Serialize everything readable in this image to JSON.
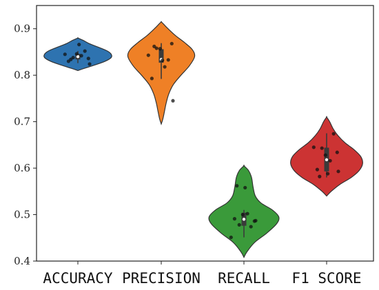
{
  "chart_data": {
    "type": "violin",
    "categories": [
      "ACCURACY",
      "PRECISION",
      "RECALL",
      "F1 SCORE"
    ],
    "ylim": [
      0.4,
      0.95
    ],
    "yticks": [
      "0.4",
      "0.5",
      "0.6",
      "0.7",
      "0.8",
      "0.9"
    ],
    "title": "",
    "xlabel": "",
    "ylabel": "",
    "grid": false,
    "colors": [
      "#2e73b0",
      "#ef8026",
      "#3a9a3a",
      "#cc3333"
    ],
    "violins": [
      {
        "category": "ACCURACY",
        "color": "#2e73b0",
        "profile": [
          [
            0.81,
            0.0
          ],
          [
            0.815,
            0.18
          ],
          [
            0.822,
            0.45
          ],
          [
            0.83,
            0.72
          ],
          [
            0.838,
            0.88
          ],
          [
            0.845,
            0.88
          ],
          [
            0.852,
            0.78
          ],
          [
            0.86,
            0.55
          ],
          [
            0.868,
            0.3
          ],
          [
            0.875,
            0.14
          ],
          [
            0.88,
            0.0
          ]
        ],
        "quartiles": [
          0.834,
          0.846
        ],
        "median": 0.84,
        "whiskers": [
          0.826,
          0.852
        ],
        "points": [
          0.845,
          0.852,
          0.838,
          0.836,
          0.846,
          0.842,
          0.83,
          0.824,
          0.866,
          0.834
        ]
      },
      {
        "category": "PRECISION",
        "color": "#ef8026",
        "profile": [
          [
            0.695,
            0.0
          ],
          [
            0.705,
            0.04
          ],
          [
            0.72,
            0.08
          ],
          [
            0.74,
            0.13
          ],
          [
            0.76,
            0.2
          ],
          [
            0.78,
            0.32
          ],
          [
            0.8,
            0.52
          ],
          [
            0.82,
            0.74
          ],
          [
            0.84,
            0.88
          ],
          [
            0.855,
            0.82
          ],
          [
            0.87,
            0.62
          ],
          [
            0.885,
            0.38
          ],
          [
            0.9,
            0.18
          ],
          [
            0.91,
            0.06
          ],
          [
            0.915,
            0.0
          ]
        ],
        "quartiles": [
          0.827,
          0.856
        ],
        "median": 0.834,
        "whiskers": [
          0.792,
          0.869
        ],
        "points": [
          0.843,
          0.833,
          0.858,
          0.868,
          0.857,
          0.818,
          0.793,
          0.745,
          0.832,
          0.862
        ]
      },
      {
        "category": "RECALL",
        "color": "#3a9a3a",
        "profile": [
          [
            0.408,
            0.0
          ],
          [
            0.42,
            0.08
          ],
          [
            0.44,
            0.28
          ],
          [
            0.46,
            0.6
          ],
          [
            0.48,
            0.86
          ],
          [
            0.495,
            0.92
          ],
          [
            0.51,
            0.75
          ],
          [
            0.525,
            0.45
          ],
          [
            0.54,
            0.3
          ],
          [
            0.56,
            0.24
          ],
          [
            0.58,
            0.2
          ],
          [
            0.595,
            0.12
          ],
          [
            0.605,
            0.0
          ]
        ],
        "quartiles": [
          0.476,
          0.504
        ],
        "median": 0.49,
        "whiskers": [
          0.451,
          0.51
        ],
        "points": [
          0.451,
          0.474,
          0.478,
          0.486,
          0.5,
          0.502,
          0.491,
          0.487,
          0.558,
          0.562
        ]
      },
      {
        "category": "F1 SCORE",
        "color": "#cc3333",
        "profile": [
          [
            0.54,
            0.0
          ],
          [
            0.55,
            0.12
          ],
          [
            0.565,
            0.35
          ],
          [
            0.58,
            0.65
          ],
          [
            0.595,
            0.86
          ],
          [
            0.61,
            0.95
          ],
          [
            0.625,
            0.9
          ],
          [
            0.64,
            0.72
          ],
          [
            0.655,
            0.48
          ],
          [
            0.67,
            0.3
          ],
          [
            0.685,
            0.17
          ],
          [
            0.7,
            0.08
          ],
          [
            0.71,
            0.0
          ]
        ],
        "quartiles": [
          0.593,
          0.644
        ],
        "median": 0.618,
        "whiskers": [
          0.58,
          0.675
        ],
        "points": [
          0.645,
          0.674,
          0.643,
          0.634,
          0.628,
          0.616,
          0.597,
          0.593,
          0.588,
          0.582
        ]
      }
    ]
  }
}
